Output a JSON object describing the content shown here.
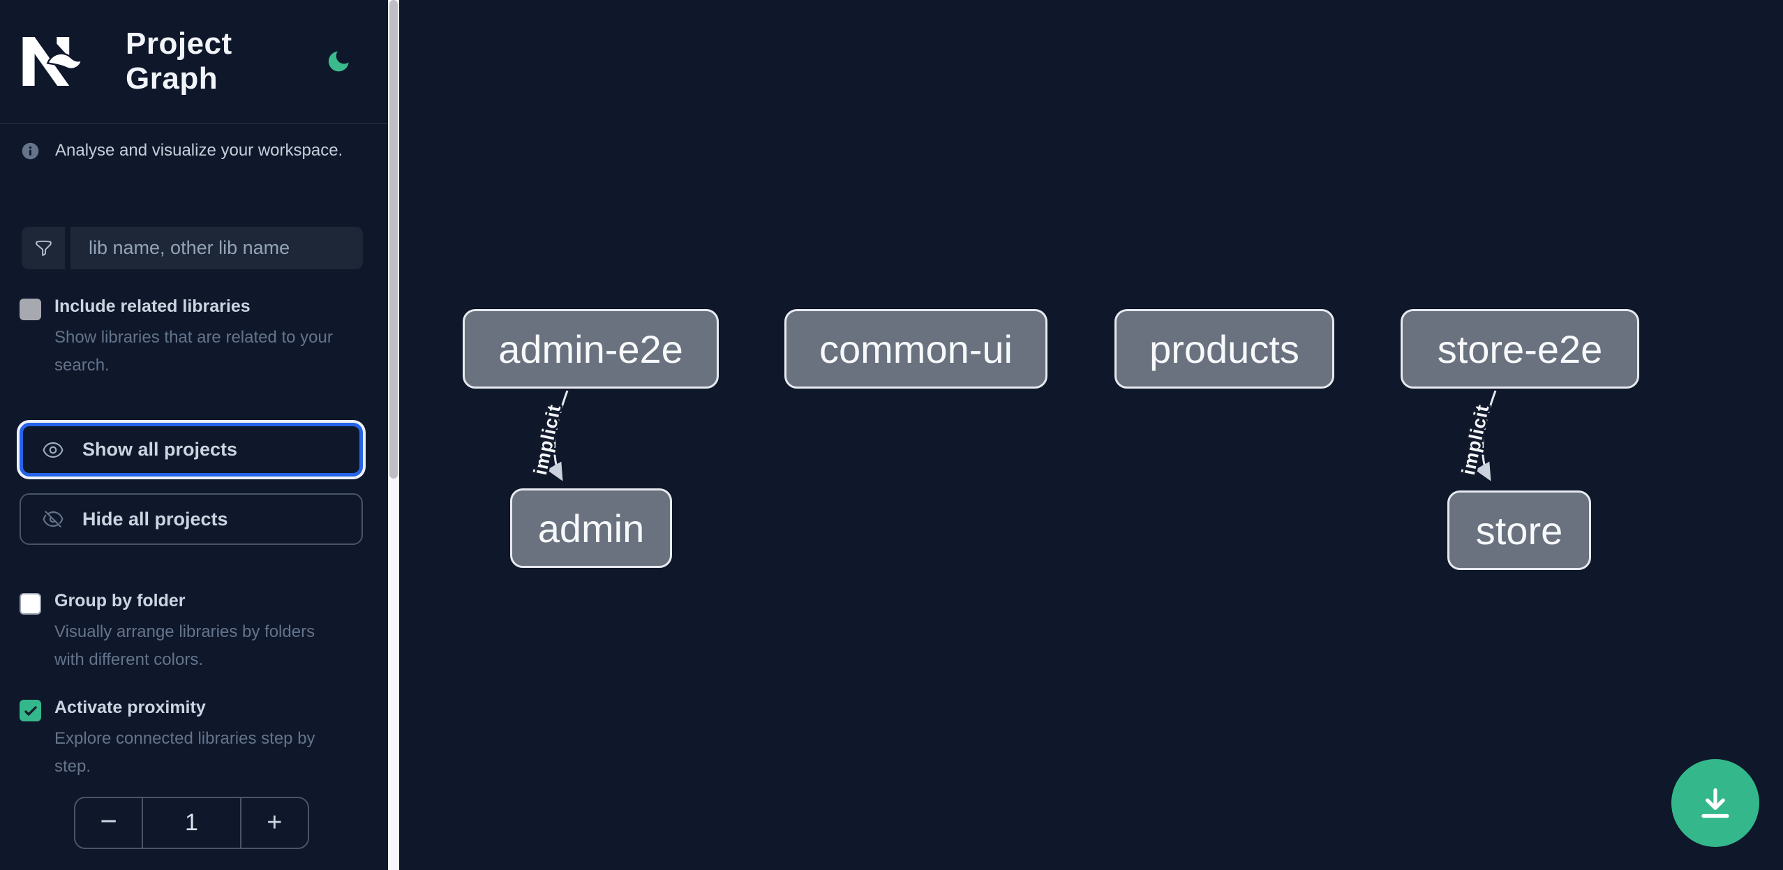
{
  "header": {
    "title": "Project Graph"
  },
  "sidebar": {
    "info_text": "Analyse and visualize your workspace.",
    "search_placeholder": "lib name, other lib name",
    "options": {
      "include_related": {
        "label": "Include related libraries",
        "description": "Show libraries that are related to your search.",
        "checked": false
      },
      "group_by_folder": {
        "label": "Group by folder",
        "description": "Visually arrange libraries by folders with different colors.",
        "checked": false
      },
      "activate_proximity": {
        "label": "Activate proximity",
        "description": "Explore connected libraries step by step.",
        "checked": true
      }
    },
    "buttons": {
      "show_all": "Show all projects",
      "hide_all": "Hide all projects"
    },
    "stepper": {
      "decrement": "−",
      "value": "1",
      "increment": "+"
    }
  },
  "graph": {
    "nodes": [
      {
        "id": "admin-e2e",
        "label": "admin-e2e"
      },
      {
        "id": "common-ui",
        "label": "common-ui"
      },
      {
        "id": "products",
        "label": "products"
      },
      {
        "id": "store-e2e",
        "label": "store-e2e"
      },
      {
        "id": "admin",
        "label": "admin"
      },
      {
        "id": "store",
        "label": "store"
      }
    ],
    "edges": [
      {
        "source": "admin-e2e",
        "target": "admin",
        "label": "implicit"
      },
      {
        "source": "store-e2e",
        "target": "store",
        "label": "implicit"
      }
    ]
  },
  "colors": {
    "background": "#0f172a",
    "accent_green": "#34b88b",
    "focus_blue": "#2563eb",
    "node_fill": "#6a7280"
  }
}
